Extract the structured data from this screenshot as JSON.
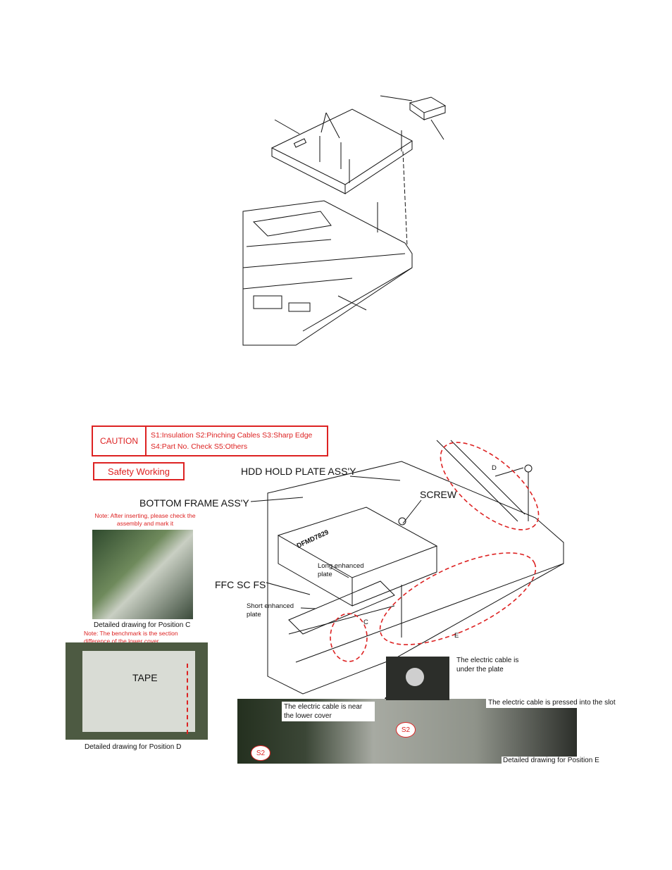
{
  "caution": {
    "title": "CAUTION",
    "line1": "S1:Insulation  S2:Pinching Cables  S3:Sharp Edge",
    "line2": "S4:Part No. Check  S5:Others"
  },
  "safety_label": "Safety Working",
  "labels": {
    "hdd_hold_plate": "HDD HOLD PLATE ASS'Y",
    "bottom_frame": "BOTTOM FRAME ASS'Y",
    "screw": "SCREW",
    "ffc": "FFC SC FS",
    "long_plate": "Long enhanced plate",
    "short_plate": "Short enhanced plate",
    "pos_d": "D",
    "pos_e": "E",
    "pos_c": "C",
    "plate_marking": "DFMD7829"
  },
  "notes": {
    "note_c": "Note: After inserting, please check the assembly and mark it",
    "note_d": "Note: The benchmark is the section difference of the lower cover",
    "tape": "TAPE"
  },
  "captions": {
    "cap_c": "Detailed drawing for Position C",
    "cap_d": "Detailed drawing for Position D",
    "cap_e": "Detailed drawing for Position E"
  },
  "callouts": {
    "under_plate": "The electric cable is under the plate",
    "pressed_slot": "The electric cable is pressed into the slot",
    "near_cover": "The electric cable is near the lower cover",
    "s2a": "S2",
    "s2b": "S2"
  }
}
